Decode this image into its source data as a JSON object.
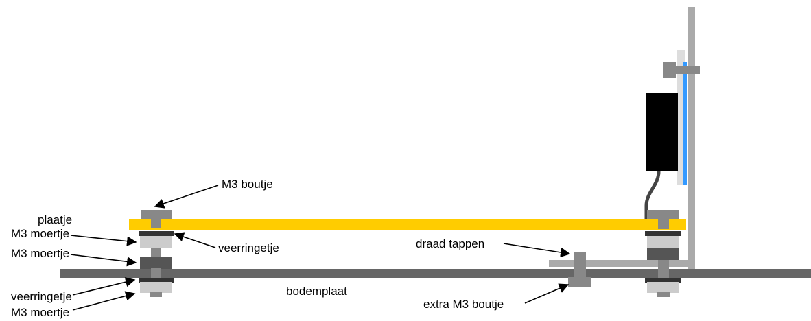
{
  "labels": {
    "m3_boutje": "M3 boutje",
    "plaatje": "plaatje",
    "m3_moertje_1": "M3 moertje",
    "m3_moertje_2": "M3 moertje",
    "veerringetje_right": "veerringetje",
    "veerringetje_left": "veerringetje",
    "m3_moertje_3": "M3 moertje",
    "bodemplaat": "bodemplaat",
    "draad_tappen": "draad tappen",
    "extra_m3_boutje": "extra M3 boutje"
  },
  "colors": {
    "bodemplaat": "#666666",
    "plaatje": "#ffcc00",
    "nut_dark": "#555555",
    "bolt": "#888888",
    "washer_light": "#cccccc",
    "spring_washer": "#333333",
    "bracket": "#aaaaaa",
    "module_black": "#000000",
    "module_blue": "#3399ff",
    "wire": "#444444",
    "arrow": "#000000"
  }
}
